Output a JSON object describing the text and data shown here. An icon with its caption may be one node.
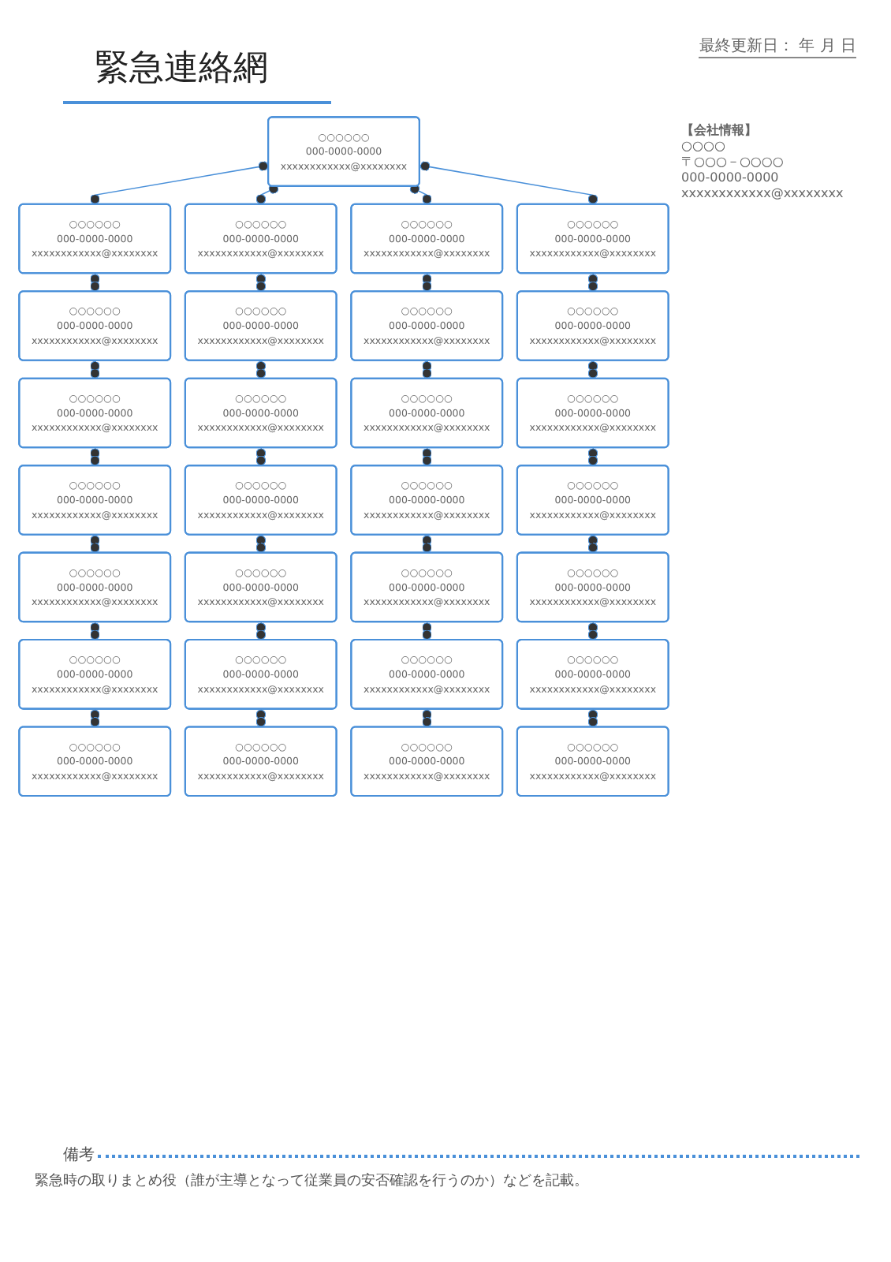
{
  "diagram": {
    "title": "緊急連絡網",
    "nodes": [
      {
        "text": [
          "○○○○○○",
          "000-0000-0000",
          "xxxxxxxxxxxx@xxxxxxxx"
        ]
      },
      {
        "text": [
          "○○○○○○",
          "000-0000-0000",
          "xxxxxxxxxxxx@xxxxxxxx"
        ]
      },
      {
        "text": [
          "○○○○○○",
          "000-0000-0000",
          "xxxxxxxxxxxx@xxxxxxxx"
        ]
      },
      {
        "text": [
          "○○○○○○",
          "000-0000-0000",
          "xxxxxxxxxxxx@xxxxxxxx"
        ]
      },
      {
        "text": [
          "○○○○○○",
          "000-0000-0000",
          "xxxxxxxxxxxx@xxxxxxxx"
        ]
      },
      {
        "text": [
          "○○○○○○",
          "000-0000-0000",
          "xxxxxxxxxxxx@xxxxxxxx"
        ]
      },
      {
        "text": [
          "○○○○○○",
          "000-0000-0000",
          "xxxxxxxxxxxx@xxxxxxxx"
        ]
      },
      {
        "text": [
          "○○○○○○",
          "000-0000-0000",
          "xxxxxxxxxxxx@xxxxxxxx"
        ]
      },
      {
        "text": [
          "○○○○○○",
          "000-0000-0000",
          "xxxxxxxxxxxx@xxxxxxxx"
        ]
      },
      {
        "text": [
          "○○○○○○",
          "000-0000-0000",
          "xxxxxxxxxxxx@xxxxxxxx"
        ]
      },
      {
        "text": [
          "○○○○○○",
          "000-0000-0000",
          "xxxxxxxxxxxx@xxxxxxxx"
        ]
      },
      {
        "text": [
          "○○○○○○",
          "000-0000-0000",
          "xxxxxxxxxxxx@xxxxxxxx"
        ]
      },
      {
        "text": [
          "○○○○○○",
          "000-0000-0000",
          "xxxxxxxxxxxx@xxxxxxxx"
        ]
      },
      {
        "text": [
          "○○○○○○",
          "000-0000-0000",
          "xxxxxxxxxxxx@xxxxxxxx"
        ]
      },
      {
        "text": [
          "○○○○○○",
          "000-0000-0000",
          "xxxxxxxxxxxx@xxxxxxxx"
        ]
      },
      {
        "text": [
          "○○○○○○",
          "000-0000-0000",
          "xxxxxxxxxxxx@xxxxxxxx"
        ]
      },
      {
        "text": [
          "○○○○○○",
          "000-0000-0000",
          "xxxxxxxxxxxx@xxxxxxxx"
        ]
      },
      {
        "text": [
          "○○○○○○",
          "000-0000-0000",
          "xxxxxxxxxxxx@xxxxxxxx"
        ]
      },
      {
        "text": [
          "○○○○○○",
          "000-0000-0000",
          "xxxxxxxxxxxx@xxxxxxxx"
        ]
      },
      {
        "text": [
          "○○○○○○",
          "000-0000-0000",
          "xxxxxxxxxxxx@xxxxxxxx"
        ]
      },
      {
        "text": [
          "○○○○○○",
          "000-0000-0000",
          "xxxxxxxxxxxx@xxxxxxxx"
        ]
      },
      {
        "text": [
          "○○○○○○",
          "000-0000-0000",
          "xxxxxxxxxxxx@xxxxxxxx"
        ]
      },
      {
        "text": [
          "○○○○○○",
          "000-0000-0000",
          "xxxxxxxxxxxx@xxxxxxxx"
        ]
      },
      {
        "text": [
          "○○○○○○",
          "000-0000-0000",
          "xxxxxxxxxxxx@xxxxxxxx"
        ]
      },
      {
        "text": [
          "○○○○○○",
          "000-0000-0000",
          "xxxxxxxxxxxx@xxxxxxxx"
        ]
      },
      {
        "text": [
          "○○○○○○",
          "000-0000-0000",
          "xxxxxxxxxxxx@xxxxxxxx"
        ]
      },
      {
        "text": [
          "○○○○○○",
          "000-0000-0000",
          "xxxxxxxxxxxx@xxxxxxxx"
        ]
      },
      {
        "text": [
          "○○○○○○",
          "000-0000-0000",
          "xxxxxxxxxxxx@xxxxxxxx"
        ]
      },
      {
        "text": [
          "○○○○○○",
          "000-0000-0000",
          "xxxxxxxxxxxx@xxxxxxxx"
        ]
      }
    ],
    "edges": [
      {
        "from": 0,
        "to": 1,
        "arrow": "other"
      },
      {
        "from": 0,
        "to": 2,
        "arrow": "other"
      },
      {
        "from": 0,
        "to": 3,
        "arrow": "other"
      },
      {
        "from": 0,
        "to": 4,
        "arrow": "other"
      },
      {
        "from": 1,
        "to": 5,
        "arrow": "other"
      },
      {
        "from": 2,
        "to": 6,
        "arrow": "other"
      },
      {
        "from": 3,
        "to": 7,
        "arrow": "other"
      },
      {
        "from": 4,
        "to": 8,
        "arrow": "other"
      },
      {
        "from": 5,
        "to": 9,
        "arrow": "other"
      },
      {
        "from": 6,
        "to": 10,
        "arrow": "other"
      },
      {
        "from": 7,
        "to": 11,
        "arrow": "other"
      },
      {
        "from": 8,
        "to": 12,
        "arrow": "other"
      },
      {
        "from": 9,
        "to": 13,
        "arrow": "other"
      },
      {
        "from": 10,
        "to": 14,
        "arrow": "other"
      },
      {
        "from": 11,
        "to": 15,
        "arrow": "other"
      },
      {
        "from": 12,
        "to": 16,
        "arrow": "other"
      },
      {
        "from": 13,
        "to": 17,
        "arrow": "other"
      },
      {
        "from": 14,
        "to": 18,
        "arrow": "other"
      },
      {
        "from": 15,
        "to": 19,
        "arrow": "other"
      },
      {
        "from": 16,
        "to": 20,
        "arrow": "other"
      },
      {
        "from": 17,
        "to": 21,
        "arrow": "other"
      },
      {
        "from": 18,
        "to": 22,
        "arrow": "other"
      },
      {
        "from": 19,
        "to": 23,
        "arrow": "other"
      },
      {
        "from": 20,
        "to": 24,
        "arrow": "other"
      },
      {
        "from": 21,
        "to": 25,
        "arrow": "other"
      },
      {
        "from": 22,
        "to": 26,
        "arrow": "other"
      },
      {
        "from": 23,
        "to": 27,
        "arrow": "other"
      },
      {
        "from": 24,
        "to": 28,
        "arrow": "other"
      }
    ],
    "labels": [
      "最終更新日： 年 月 日",
      "【会社情報】",
      "○○○○",
      "〒○○○－○○○○",
      "000-0000-0000",
      "xxxxxxxxxxxx@xxxxxxxx",
      "備考",
      "緊急時の取りまとめ役（誰が主導となって従業員の安否確認を行うのか）などを記載。"
    ]
  }
}
